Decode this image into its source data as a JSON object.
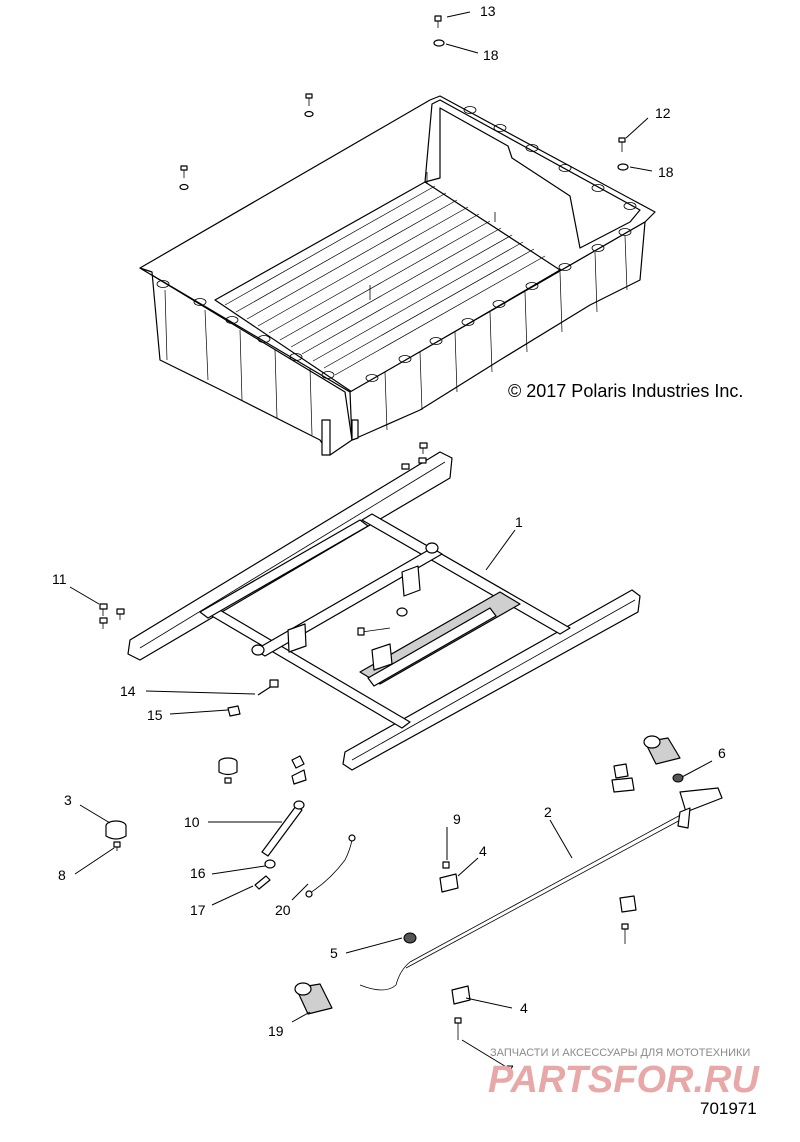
{
  "diagram": {
    "copyright": "© 2017 Polaris Industries Inc.",
    "reference_number": "701971",
    "callouts": [
      {
        "id": "c13",
        "label": "13"
      },
      {
        "id": "c18a",
        "label": "18"
      },
      {
        "id": "c12",
        "label": "12"
      },
      {
        "id": "c18b",
        "label": "18"
      },
      {
        "id": "c1",
        "label": "1"
      },
      {
        "id": "c11",
        "label": "11"
      },
      {
        "id": "c14",
        "label": "14"
      },
      {
        "id": "c15",
        "label": "15"
      },
      {
        "id": "c6",
        "label": "6"
      },
      {
        "id": "c3",
        "label": "3"
      },
      {
        "id": "c10",
        "label": "10"
      },
      {
        "id": "c9",
        "label": "9"
      },
      {
        "id": "c2",
        "label": "2"
      },
      {
        "id": "c4a",
        "label": "4"
      },
      {
        "id": "c8",
        "label": "8"
      },
      {
        "id": "c16",
        "label": "16"
      },
      {
        "id": "c17",
        "label": "17"
      },
      {
        "id": "c20",
        "label": "20"
      },
      {
        "id": "c5",
        "label": "5"
      },
      {
        "id": "c4b",
        "label": "4"
      },
      {
        "id": "c19",
        "label": "19"
      },
      {
        "id": "c7",
        "label": "7"
      }
    ]
  },
  "watermark": {
    "tagline": "ЗАПЧАСТИ И АКСЕССУАРЫ ДЛЯ МОТОТЕХНИКИ",
    "brand": "PARTSFOR.RU"
  }
}
